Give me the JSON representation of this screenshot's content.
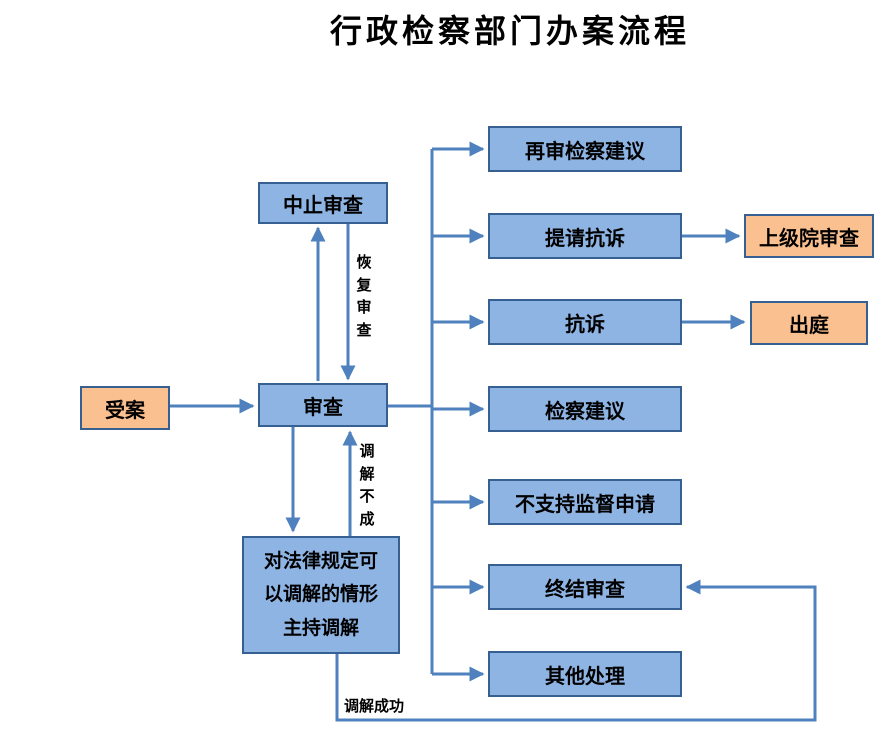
{
  "title": "行政检察部门办案流程",
  "nodes": {
    "accept": "受案",
    "review": "审查",
    "suspend": "中止审查",
    "mediate": "对法律规定可\n以调解的情形\n主持调解",
    "right": [
      "再审检察建议",
      "提请抗诉",
      "抗诉",
      "检察建议",
      "不支持监督申请",
      "终结审查",
      "其他处理"
    ],
    "superior": "上级院审查",
    "court": "出庭"
  },
  "edges": {
    "resume": "恢复审查",
    "mediation_failed": "调解不成",
    "mediation_success": "调解成功"
  },
  "colors": {
    "blue": "#8EB4E3",
    "orange": "#FAC090",
    "border": "#376092",
    "arrow": "#4E81BD"
  }
}
